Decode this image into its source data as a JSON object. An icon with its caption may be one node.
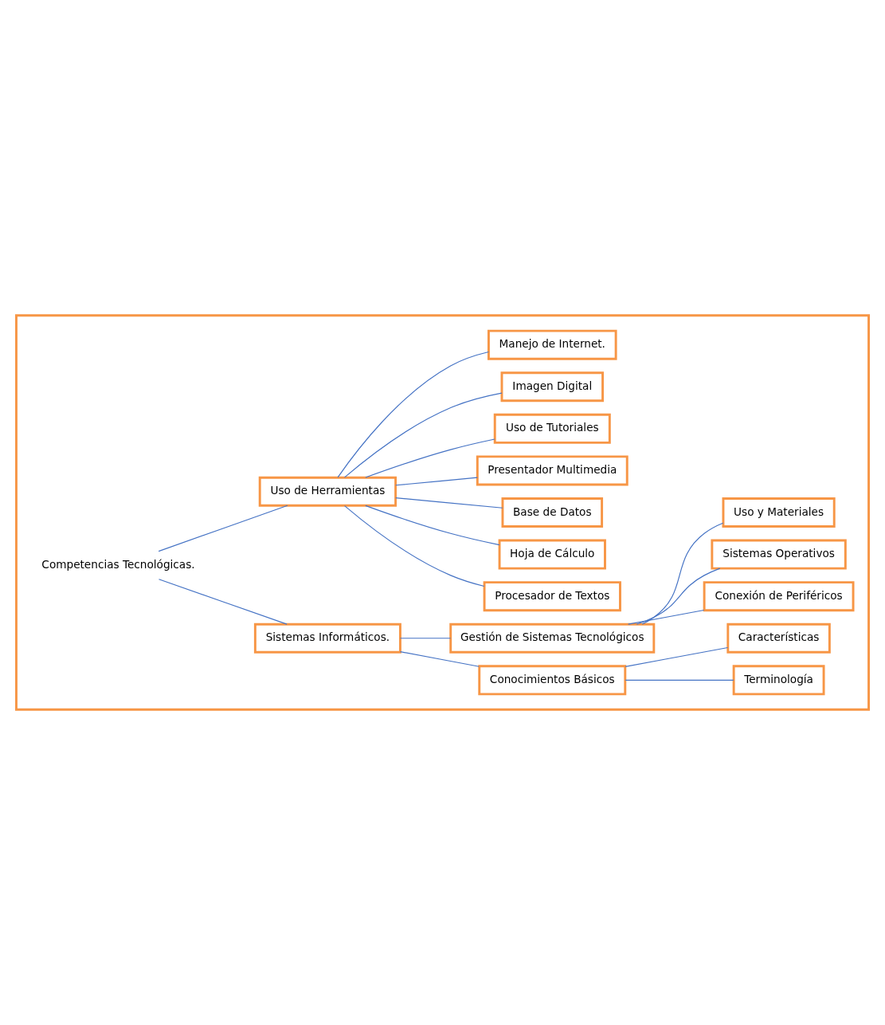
{
  "diagram": {
    "nodes": [
      {
        "text": [],
        "shape": "box"
      },
      {
        "text": [
          "Competencias Tecnológicas."
        ],
        "in": 0
      },
      {
        "text": [
          "Sistemas Informáticos."
        ],
        "in": 0
      },
      {
        "text": [
          "Conocimientos Básicos"
        ],
        "in": 0
      },
      {
        "text": [
          "Terminología"
        ],
        "in": 0
      },
      {
        "text": [
          "Características"
        ],
        "in": 0
      },
      {
        "text": [
          "Gestión de Sistemas Tecnológicos"
        ],
        "in": 0
      },
      {
        "text": [
          "Conexión de Periféricos"
        ],
        "in": 0
      },
      {
        "text": [
          "Sistemas Operativos"
        ],
        "in": 0
      },
      {
        "text": [
          "Uso y Materiales"
        ],
        "in": 0
      },
      {
        "text": [
          "Uso de Herramientas"
        ],
        "in": 0
      },
      {
        "text": [
          "Procesador de Textos"
        ],
        "in": 0
      },
      {
        "text": [
          "Hoja de Cálculo"
        ],
        "in": 0
      },
      {
        "text": [
          "Base de Datos"
        ],
        "in": 0
      },
      {
        "text": [
          "Presentador Multimedia"
        ],
        "in": 0
      },
      {
        "text": [
          "Uso de Tutoriales"
        ],
        "in": 0
      },
      {
        "text": [
          "Imagen Digital"
        ],
        "in": 0
      },
      {
        "text": [
          "Manejo de Internet."
        ],
        "in": 0
      }
    ],
    "edges": [
      {
        "from": 1,
        "to": 2,
        "arrow": "none"
      },
      {
        "from": 1,
        "to": 10,
        "arrow": "none"
      },
      {
        "from": 2,
        "to": 3,
        "arrow": "none"
      },
      {
        "from": 2,
        "to": 6,
        "arrow": "none"
      },
      {
        "from": 3,
        "to": 4,
        "arrow": "none"
      },
      {
        "from": 3,
        "to": 5,
        "arrow": "none"
      },
      {
        "from": 6,
        "to": 7,
        "arrow": "none"
      },
      {
        "from": 6,
        "to": 8,
        "arrow": "none"
      },
      {
        "from": 6,
        "to": 9,
        "arrow": "none"
      },
      {
        "from": 10,
        "to": 11,
        "arrow": "none"
      },
      {
        "from": 10,
        "to": 12,
        "arrow": "none"
      },
      {
        "from": 10,
        "to": 13,
        "arrow": "none"
      },
      {
        "from": 10,
        "to": 14,
        "arrow": "none"
      },
      {
        "from": 10,
        "to": 15,
        "arrow": "none"
      },
      {
        "from": 10,
        "to": 16,
        "arrow": "none"
      },
      {
        "from": 10,
        "to": 17,
        "arrow": "none"
      }
    ]
  }
}
